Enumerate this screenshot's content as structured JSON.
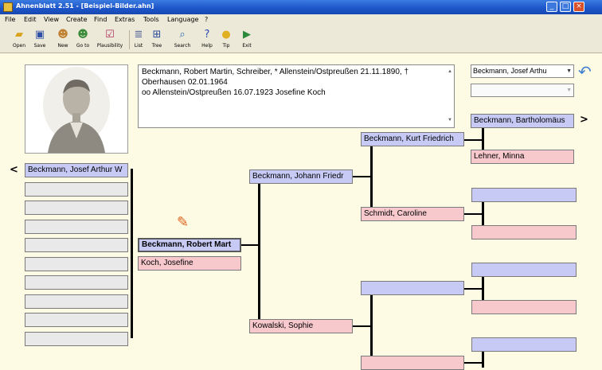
{
  "window": {
    "title": "Ahnenblatt 2.51 - [Beispiel-Bilder.ahn]"
  },
  "menu": [
    "File",
    "Edit",
    "View",
    "Create",
    "Find",
    "Extras",
    "Tools",
    "Language",
    "?"
  ],
  "toolbar": [
    {
      "label": "Open",
      "icon": "folder-open-icon"
    },
    {
      "label": "Save",
      "icon": "floppy-disk-icon"
    },
    {
      "label": "New",
      "icon": "new-person-icon"
    },
    {
      "label": "Go to",
      "icon": "go-to-person-icon"
    },
    {
      "label": "Plausibility",
      "icon": "plausibility-icon"
    },
    {
      "label": "List",
      "icon": "list-icon"
    },
    {
      "label": "Tree",
      "icon": "tree-icon"
    },
    {
      "label": "Search",
      "icon": "search-icon"
    },
    {
      "label": "Help",
      "icon": "help-icon"
    },
    {
      "label": "Tip",
      "icon": "lightbulb-icon"
    },
    {
      "label": "Exit",
      "icon": "exit-icon"
    }
  ],
  "description": {
    "line1": "Beckmann, Robert Martin, Schreiber, * Allenstein/Ostpreußen 21.11.1890, †",
    "line2": "Oberhausen 02.01.1964",
    "line3": "oo Allenstein/Ostpreußen 16.07.1923 Josefine Koch"
  },
  "children": {
    "first": "Beckmann, Josef Arthur W",
    "empty_count": 9
  },
  "main_person": "Beckmann, Robert Mart",
  "spouse": "Koch, Josefine",
  "parents": {
    "father": "Beckmann, Johann Friedr",
    "mother": "Kowalski, Sophie"
  },
  "grandparents": {
    "paternal_grandfather": "Beckmann, Kurt Friedrich",
    "paternal_grandmother": "Schmidt, Caroline",
    "maternal_grandfather": "",
    "maternal_grandmother": ""
  },
  "great_grandparents": {
    "g1_male": "Beckmann, Bartholomäus",
    "g1_female": "Lehner, Minna"
  },
  "combos": {
    "person_select": "Beckmann, Josef Arthu",
    "second_select": ""
  },
  "nav": {
    "left": "<",
    "right": ">"
  }
}
